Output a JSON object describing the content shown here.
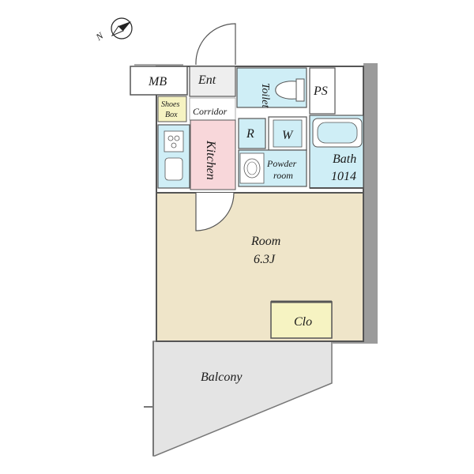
{
  "compass": {
    "north_label": "N"
  },
  "rooms": {
    "mb": "MB",
    "ent": "Ent",
    "toilet": "Toilet",
    "ps": "PS",
    "shoes_line1": "Shoes",
    "shoes_line2": "Box",
    "corridor": "Corridor",
    "kitchen": "Kitchen",
    "r": "R",
    "w": "W",
    "powder_line1": "Powder",
    "powder_line2": "room",
    "bath_line1": "Bath",
    "bath_line2": "1014",
    "room_line1": "Room",
    "room_line2": "6.3J",
    "clo": "Clo",
    "balcony": "Balcony"
  },
  "colors": {
    "room_floor": "#efe5c9",
    "wet_area": "#cfeef6",
    "kitchen": "#f8d7da",
    "shoes_box": "#f6f3c2",
    "clo": "#f6f3c2",
    "balcony": "#e4e4e4",
    "wall": "#9b9b9b",
    "outline": "#555555"
  }
}
